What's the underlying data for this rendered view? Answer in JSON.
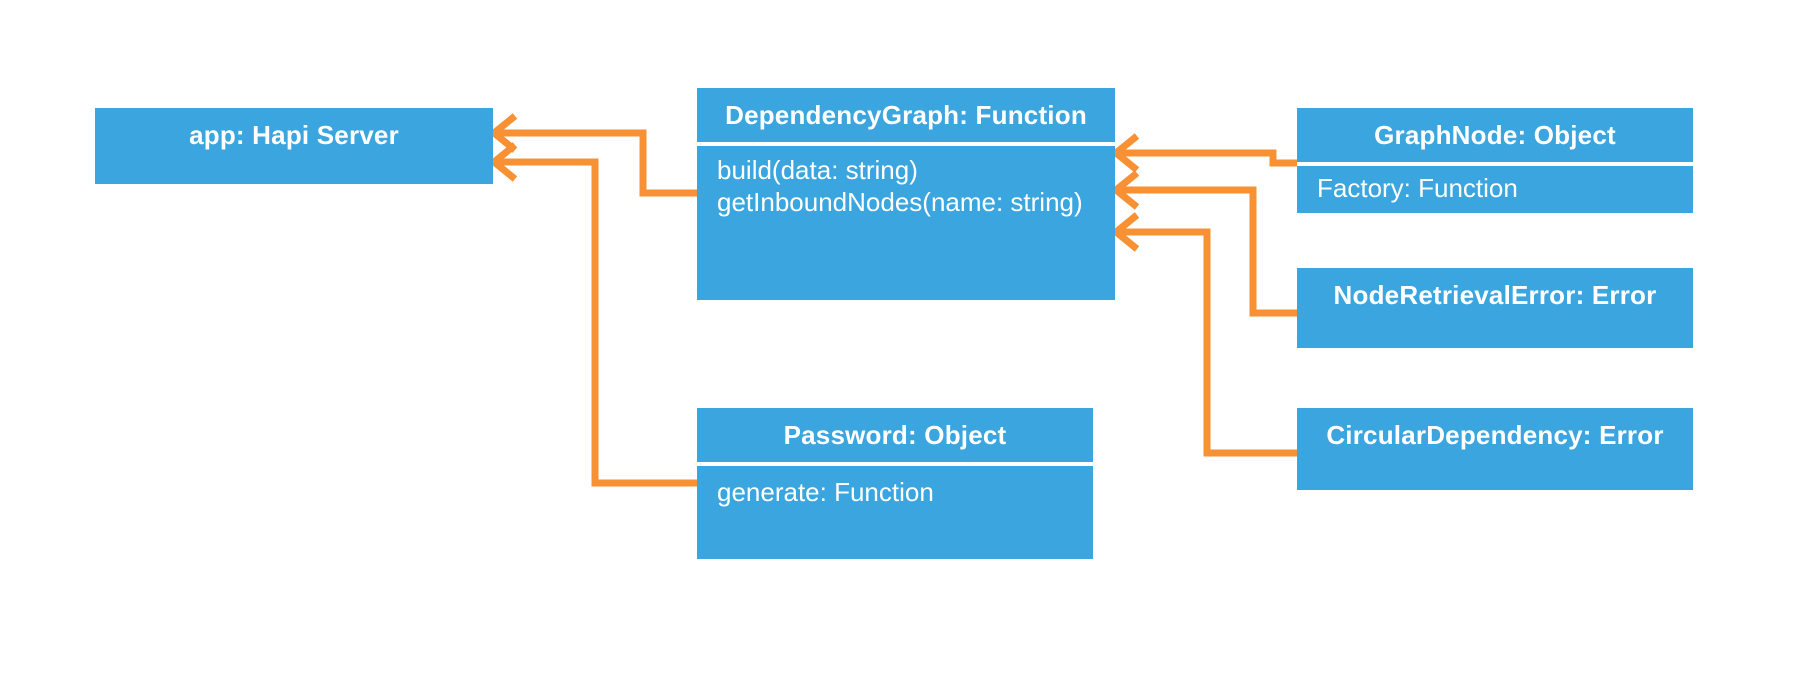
{
  "colors": {
    "node_fill": "#3AA5DE",
    "link": "#F79133",
    "node_text": "#FFFFFF",
    "canvas_bg": "#FFFFFF"
  },
  "nodes": {
    "app": {
      "title": "app: Hapi Server"
    },
    "dependencyGraph": {
      "title": "DependencyGraph: Function",
      "methods": [
        "build(data: string)",
        "getInboundNodes(name: string)"
      ]
    },
    "graphNode": {
      "title": "GraphNode: Object",
      "methods": [
        "Factory: Function"
      ]
    },
    "nodeRetrievalError": {
      "title": "NodeRetrievalError: Error"
    },
    "circularDependency": {
      "title": "CircularDependency: Error"
    },
    "password": {
      "title": "Password: Object",
      "methods": [
        "generate: Function"
      ]
    }
  },
  "edges": [
    {
      "from": "DependencyGraph",
      "to": "app"
    },
    {
      "from": "Password",
      "to": "app"
    },
    {
      "from": "GraphNode",
      "to": "DependencyGraph"
    },
    {
      "from": "NodeRetrievalError",
      "to": "DependencyGraph"
    },
    {
      "from": "CircularDependency",
      "to": "DependencyGraph"
    }
  ]
}
